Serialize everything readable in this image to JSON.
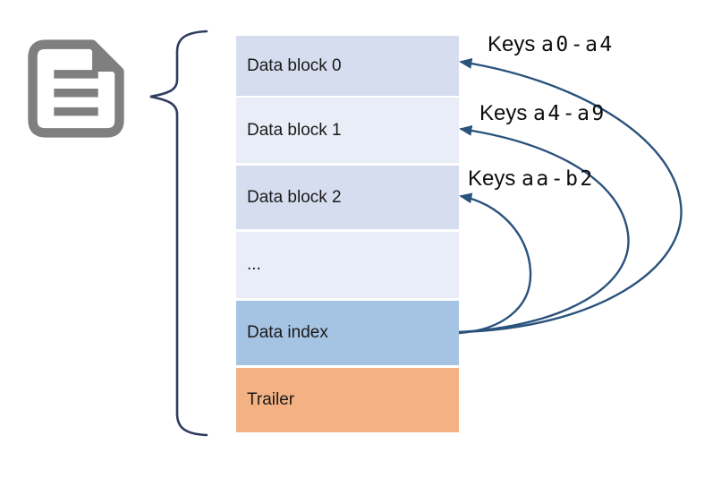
{
  "page": {
    "background": "#ffffff"
  },
  "colors": {
    "block_fill_a": "#d5ddef",
    "block_fill_b": "#e9edf7",
    "index_fill": "#a5c3e2",
    "trailer_fill": "#f4b183",
    "arrow": "#29527c",
    "brace": "#2f3b5e",
    "icon": "#7f7f7f",
    "block_text": "#1a1a1a",
    "label_text": "#0d0d0d"
  },
  "file_icon": {
    "name": "document-icon"
  },
  "stack": {
    "blocks": [
      {
        "label": "Data block 0",
        "color": "#d5ddef"
      },
      {
        "label": "Data block 1",
        "color": "#e9edf7"
      },
      {
        "label": "Data block 2",
        "color": "#d5ddef"
      },
      {
        "label": "...",
        "color": "#e9edf7"
      },
      {
        "label": "Data index",
        "color": "#a5c3e2"
      },
      {
        "label": "Trailer",
        "color": "#f4b183"
      }
    ]
  },
  "arrows": [
    {
      "prefix": "Keys",
      "range": "a0-a4",
      "source": "Data index",
      "target": "Data block 0"
    },
    {
      "prefix": "Keys",
      "range": "a4-a9",
      "source": "Data index",
      "target": "Data block 1"
    },
    {
      "prefix": "Keys",
      "range": "aa-b2",
      "source": "Data index",
      "target": "Data block 2"
    }
  ]
}
